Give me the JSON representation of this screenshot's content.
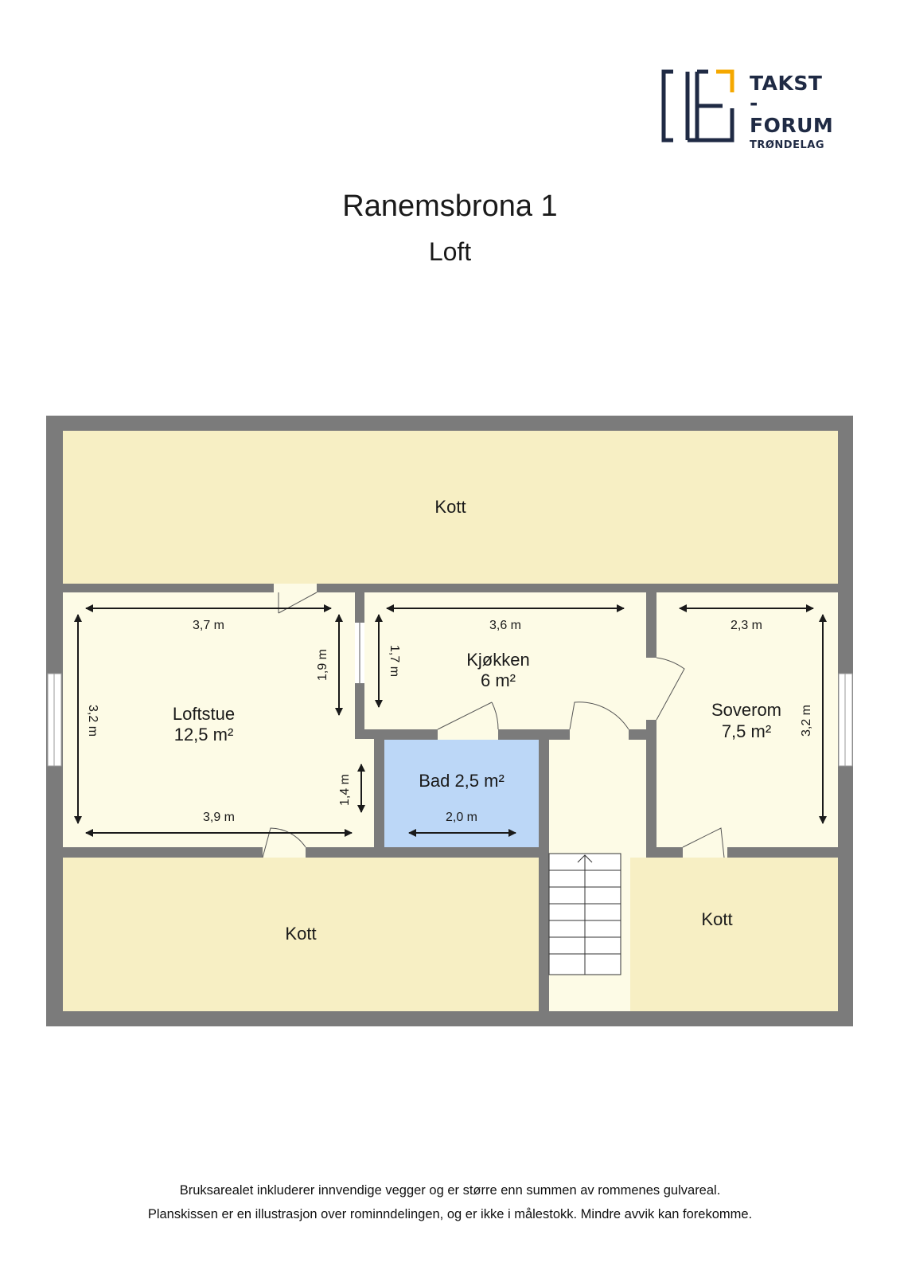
{
  "brand": {
    "line1": "TAKST -",
    "line2": "FORUM",
    "line3": "TRØNDELAG",
    "accent": "#f5a800",
    "dark": "#1f2a44"
  },
  "title": "Ranemsbrona 1",
  "subtitle": "Loft",
  "rooms": {
    "kott_top": "Kott",
    "loftstue_name": "Loftstue",
    "loftstue_area": "12,5 m²",
    "kjokken_name": "Kjøkken",
    "kjokken_area": "6 m²",
    "soverom_name": "Soverom",
    "soverom_area": "7,5 m²",
    "bad": "Bad 2,5 m²",
    "kott_bottom_left": "Kott",
    "kott_bottom_right": "Kott"
  },
  "dimensions": {
    "loftstue_top": "3,7 m",
    "loftstue_left": "3,2 m",
    "loftstue_right_upper": "1,9 m",
    "loftstue_right_lower": "1,4 m",
    "loftstue_bottom": "3,9 m",
    "kjokken_width": "3,6 m",
    "kjokken_height": "1,7 m",
    "soverom_width": "2,3 m",
    "soverom_height": "3,2 m",
    "bad_width": "2,0 m"
  },
  "colors": {
    "wall": "#7b7b7b",
    "kott": "#f7efc4",
    "room": "#fdfbe6",
    "bad": "#bcd7f7"
  },
  "footer": {
    "line1": "Bruksarealet inkluderer innvendige vegger og er større enn summen av rommenes gulvareal.",
    "line2": "Planskissen er en illustrasjon over rominndelingen, og er ikke i målestokk. Mindre avvik kan forekomme."
  }
}
